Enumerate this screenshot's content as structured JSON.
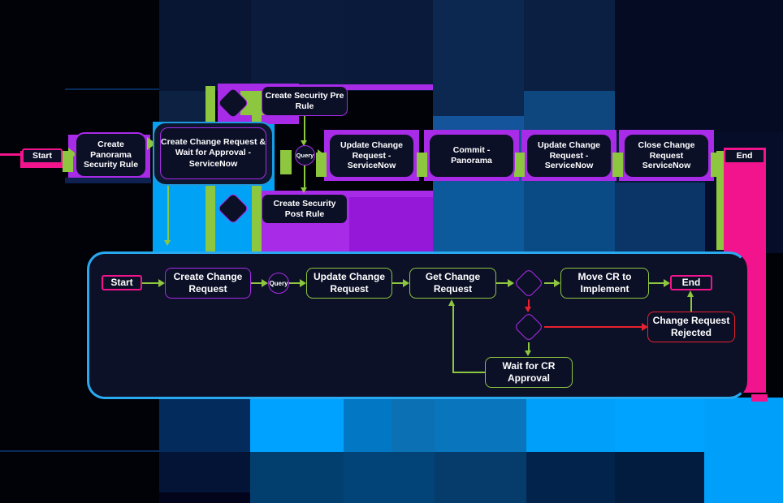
{
  "colors": {
    "green": "#8dc63f",
    "purple": "#a82be8",
    "pink": "#f2148c",
    "red": "#e8212e",
    "cyan": "#29aaf0",
    "bright_blue": "#00a2ff"
  },
  "main_flow": {
    "nodes": [
      {
        "id": "start",
        "label": "Start"
      },
      {
        "id": "create-panorama-security-rule",
        "label": "Create Panorama Security Rule"
      },
      {
        "id": "create-change-request-wait",
        "label": "Create Change Request & Wait for Approval - ServiceNow"
      },
      {
        "id": "query",
        "label": "Query"
      },
      {
        "id": "update-change-request-1",
        "label": "Update Change Request - ServiceNow"
      },
      {
        "id": "commit-panorama",
        "label": "Commit - Panorama"
      },
      {
        "id": "update-change-request-2",
        "label": "Update Change Request - ServiceNow"
      },
      {
        "id": "close-change-request",
        "label": "Close Change Request ServiceNow"
      },
      {
        "id": "end",
        "label": "End"
      },
      {
        "id": "create-security-pre-rule",
        "label": "Create Security Pre Rule"
      },
      {
        "id": "create-security-post-rule",
        "label": "Create Security Post Rule"
      }
    ]
  },
  "sub_flow": {
    "nodes": [
      {
        "id": "start",
        "label": "Start"
      },
      {
        "id": "create-change-request",
        "label": "Create Change Request"
      },
      {
        "id": "query",
        "label": "Query"
      },
      {
        "id": "update-change-request",
        "label": "Update Change Request"
      },
      {
        "id": "get-change-request",
        "label": "Get Change Request"
      },
      {
        "id": "move-cr-to-implement",
        "label": "Move CR to Implement"
      },
      {
        "id": "end",
        "label": "End"
      },
      {
        "id": "change-request-rejected",
        "label": "Change Request Rejected"
      },
      {
        "id": "wait-for-cr-approval",
        "label": "Wait for CR Approval"
      }
    ]
  }
}
